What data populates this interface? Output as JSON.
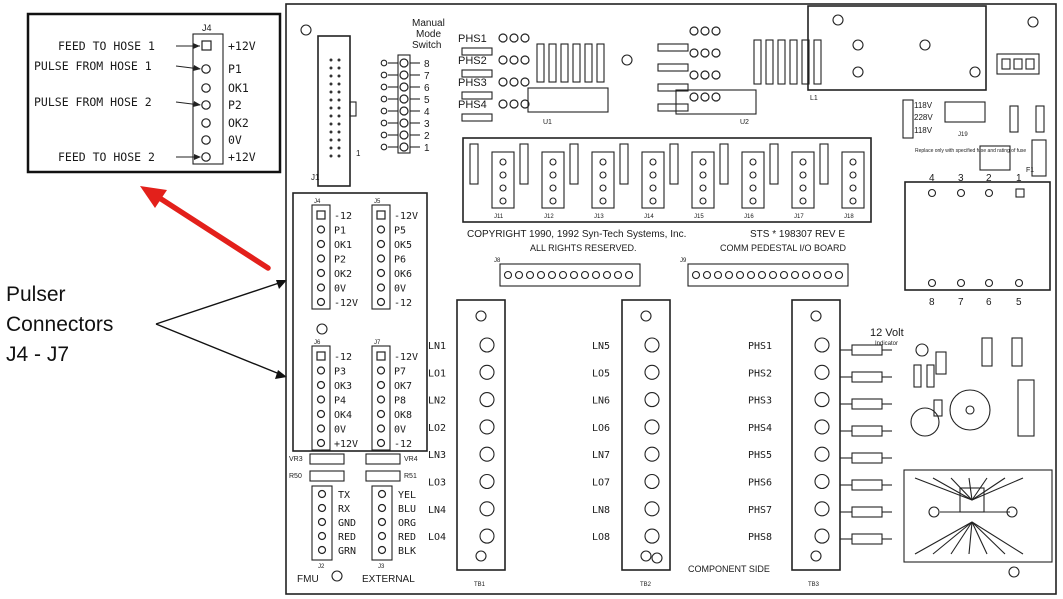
{
  "inset": {
    "title": "J4",
    "left_labels": [
      "FEED TO HOSE 1",
      "PULSE FROM HOSE 1",
      "PULSE FROM HOSE 2",
      "FEED TO HOSE 2"
    ],
    "right_labels": [
      "+12V",
      "P1",
      "OK1",
      "P2",
      "OK2",
      "0V",
      "+12V"
    ]
  },
  "callout": {
    "line1": "Pulser",
    "line2": "Connectors",
    "line3": "J4 - J7",
    "arrow_color": "#e3201b"
  },
  "board": {
    "copyright": "COPYRIGHT 1990, 1992 Syn-Tech Systems, Inc.",
    "rights": "ALL RIGHTS RESERVED.",
    "part_number": "STS * 198307  REV E",
    "board_name": "COMM PEDESTAL I/O BOARD",
    "component_side": "COMPONENT SIDE",
    "manual_switch": [
      "Manual",
      "Mode",
      "Switch"
    ],
    "twelve_volt": "12 Volt",
    "indicator": "Indicator",
    "fmu": "FMU",
    "external": "EXTERNAL",
    "j1": "J1",
    "j2": "J2",
    "j3": "J3",
    "j8": "J8",
    "j9": "J9",
    "j19": "J19",
    "tb1": "TB1",
    "tb2": "TB2",
    "tb3": "TB3",
    "u1": "U1",
    "u2": "U2",
    "l1": "L1",
    "f1": "F1",
    "fuse_note": "Replace only with specified fuse and rating of fuse",
    "v118a": "118V",
    "v228": "228V",
    "v118b": "118V",
    "vr3": "VR3",
    "vr4": "VR4",
    "r50": "R50",
    "r51": "R51",
    "relay_top": [
      "4",
      "3",
      "2",
      "1"
    ],
    "relay_bottom": [
      "8",
      "7",
      "6",
      "5"
    ],
    "j4": {
      "name": "J4",
      "pins": [
        "-12",
        "P1",
        "OK1",
        "P2",
        "OK2",
        "0V",
        "-12V"
      ]
    },
    "j5": {
      "name": "J5",
      "pins": [
        "-12V",
        "P5",
        "OK5",
        "P6",
        "OK6",
        "0V",
        "-12"
      ]
    },
    "j6": {
      "name": "J6",
      "pins": [
        "-12",
        "P3",
        "OK3",
        "P4",
        "OK4",
        "0V",
        "+12V"
      ]
    },
    "j7": {
      "name": "J7",
      "pins": [
        "-12V",
        "P7",
        "OK7",
        "P8",
        "OK8",
        "0V",
        "-12"
      ]
    },
    "j2_pins": [
      "TX",
      "RX",
      "GND",
      "RED",
      "GRN"
    ],
    "j3_pins": [
      "YEL",
      "BLU",
      "ORG",
      "RED",
      "BLK"
    ],
    "tb1_labels": [
      "LN1",
      "LO1",
      "LN2",
      "LO2",
      "LN3",
      "LO3",
      "LN4",
      "LO4"
    ],
    "tb2_labels": [
      "LN5",
      "LO5",
      "LN6",
      "LO6",
      "LN7",
      "LO7",
      "LN8",
      "LO8"
    ],
    "tb3_labels": [
      "PHS1",
      "PHS2",
      "PHS3",
      "PHS4",
      "PHS5",
      "PHS6",
      "PHS7",
      "PHS8"
    ],
    "phs_top": [
      "PHS1",
      "PHS2",
      "PHS3",
      "PHS4"
    ],
    "switch_numbers": [
      "8",
      "7",
      "6",
      "5",
      "4",
      "3",
      "2",
      "1"
    ],
    "conn_row": [
      "J11",
      "J12",
      "J13",
      "J14",
      "J15",
      "J16",
      "J17",
      "J18"
    ]
  }
}
